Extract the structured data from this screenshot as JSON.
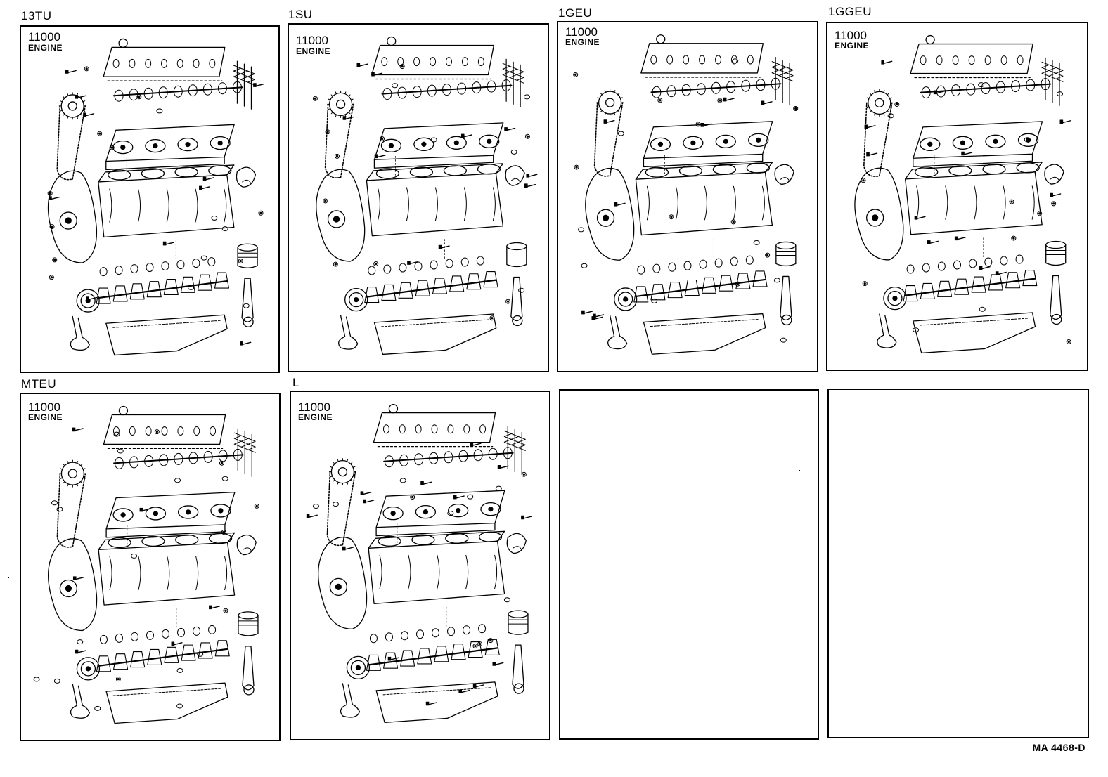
{
  "panels": [
    {
      "model": "13TU",
      "part_number": "11000",
      "part_name": "ENGINE",
      "has_drawing": true,
      "variant": "a"
    },
    {
      "model": "1SU",
      "part_number": "11000",
      "part_name": "ENGINE",
      "has_drawing": true,
      "variant": "b"
    },
    {
      "model": "1GEU",
      "part_number": "11000",
      "part_name": "ENGINE",
      "has_drawing": true,
      "variant": "c"
    },
    {
      "model": "1GGEU",
      "part_number": "11000",
      "part_name": "ENGINE",
      "has_drawing": true,
      "variant": "d"
    },
    {
      "model": "MTEU",
      "part_number": "11000",
      "part_name": "ENGINE",
      "has_drawing": true,
      "variant": "a"
    },
    {
      "model": "L",
      "part_number": "11000",
      "part_name": "ENGINE",
      "has_drawing": true,
      "variant": "b"
    },
    {
      "model": "",
      "part_number": "",
      "part_name": "",
      "has_drawing": false
    },
    {
      "model": "",
      "part_number": "",
      "part_name": "",
      "has_drawing": false
    }
  ],
  "footer": {
    "drawing_code": "MA  4468-D"
  },
  "icons": {
    "engine": "exploded-engine-diagram-icon"
  }
}
